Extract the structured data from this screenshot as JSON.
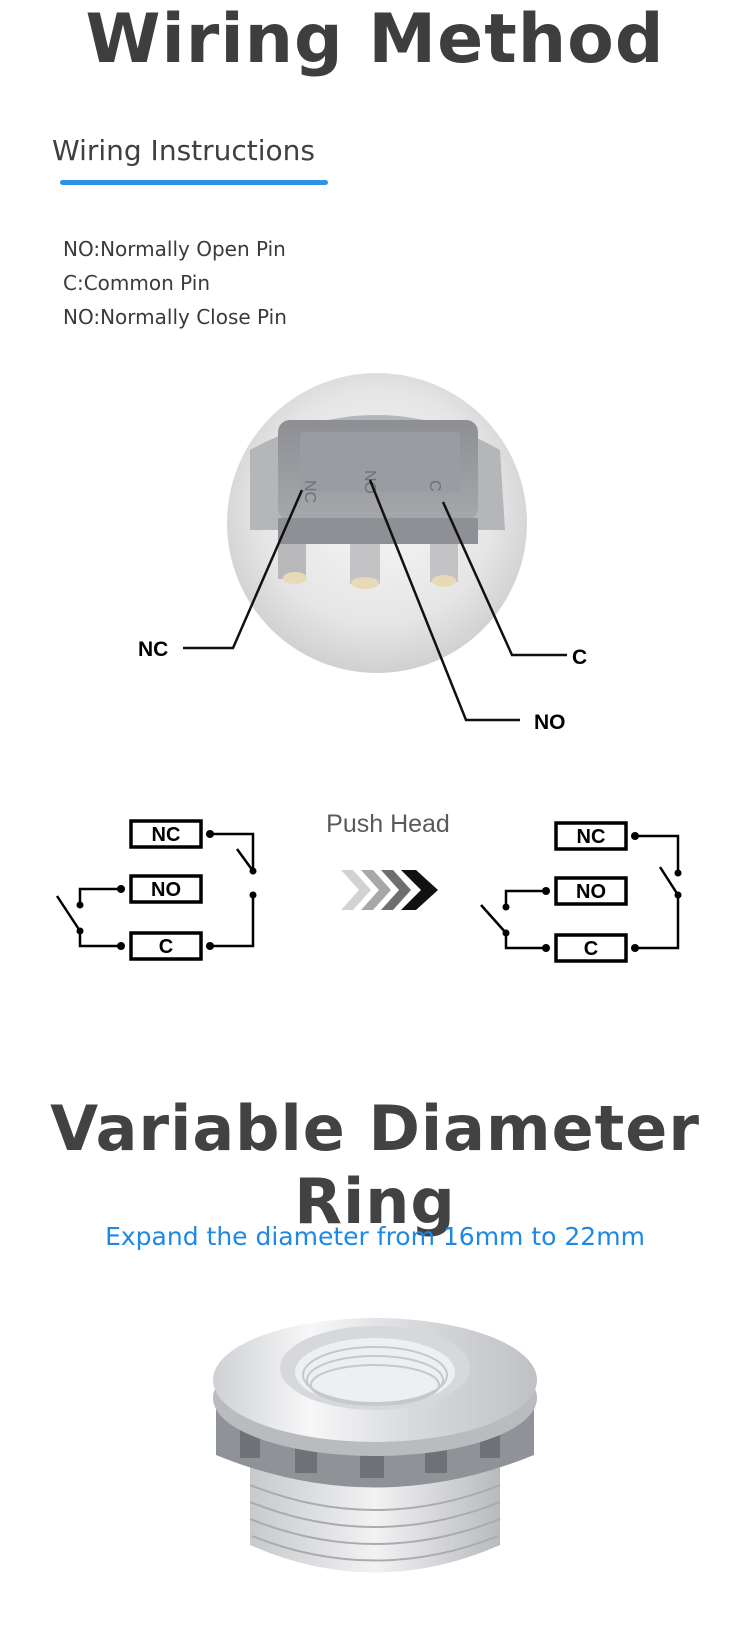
{
  "wiring": {
    "title": "Wiring Method",
    "subtitle": "Wiring Instructions",
    "lines": [
      "NO:Normally Open Pin",
      "C:Common Pin",
      "NO:Normally Close Pin"
    ],
    "pin_labels": {
      "nc": "NC",
      "c": "C",
      "no": "NO"
    },
    "diagram": {
      "left_boxes": [
        "NC",
        "NO",
        "C"
      ],
      "right_boxes": [
        "NC",
        "NO",
        "C"
      ],
      "push_label": "Push Head"
    }
  },
  "ring": {
    "title": "Variable Diameter Ring",
    "tagline": "Expand the diameter from 16mm to 22mm"
  },
  "colors": {
    "accent": "#2e92e6",
    "tagline": "#1e88e5",
    "heading": "#3e3e3e"
  }
}
